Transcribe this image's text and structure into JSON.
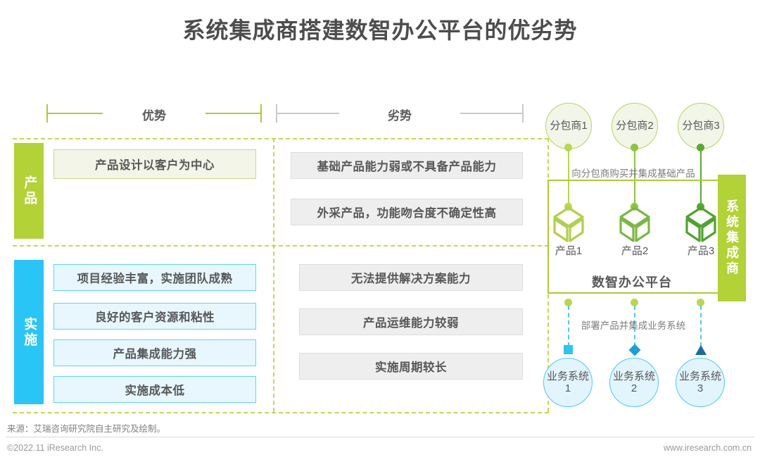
{
  "title": "系统集成商搭建数智办公平台的优劣势",
  "colors": {
    "green": "#b2d235",
    "green_light": "#c3d94e",
    "blue": "#29c5f6",
    "grey": "#c8c9ca",
    "text": "#58585a"
  },
  "headers": {
    "advantage": "优势",
    "disadvantage": "劣势"
  },
  "rows": [
    {
      "label": "产品",
      "label_color": "#b2d235",
      "advantages": [
        "产品设计以客户为中心"
      ],
      "disadvantages": [
        "基础产品能力弱或不具备产品能力",
        "外采产品，功能吻合度不确定性高"
      ]
    },
    {
      "label": "实施",
      "label_color": "#29c5f6",
      "advantages": [
        "项目经验丰富，实施团队成熟",
        "良好的客户资源和粘性",
        "产品集成能力强",
        "实施成本低"
      ],
      "disadvantages": [
        "无法提供解决方案能力",
        "产品运维能力较弱",
        "实施周期较长"
      ]
    }
  ],
  "diagram": {
    "subcontractors": [
      "分包商1",
      "分包商2",
      "分包商3"
    ],
    "flow_top": "向分包商购买并集成基础产品",
    "products": [
      "产品1",
      "产品2",
      "产品3"
    ],
    "platform": "数智办公平台",
    "integrator": "系统集成商",
    "flow_bottom": "部署产品并集成业务系统",
    "business_systems": [
      "业务系统1",
      "业务系统2",
      "业务系统3"
    ]
  },
  "footer": {
    "source": "来源：艾瑞咨询研究院自主研究及绘制。",
    "copyright": "©2022.11 iResearch Inc.",
    "website": "www.iresearch.com.cn"
  }
}
